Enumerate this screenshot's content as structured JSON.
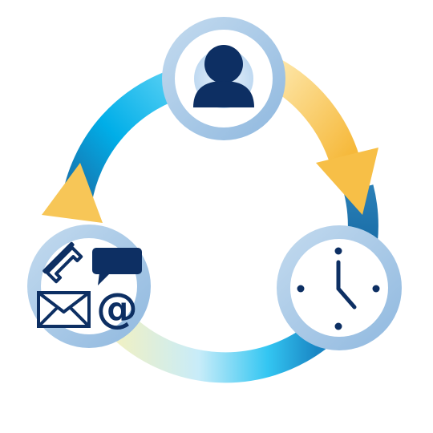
{
  "diagram": {
    "kind": "cycle",
    "nodes": [
      {
        "id": "user",
        "icon": "user-icon"
      },
      {
        "id": "time",
        "icon": "clock-icon"
      },
      {
        "id": "contact",
        "icons": [
          "phone-icon",
          "chat-bubble-icon",
          "envelope-icon",
          "at-sign-icon"
        ]
      }
    ],
    "flow": [
      "user",
      "time",
      "contact",
      "user"
    ],
    "text": {
      "at_symbol": "@"
    },
    "colors": {
      "ring_blue": "#00bff2",
      "ring_dark_blue": "#1a6ea8",
      "ring_light": "#c9ecfa",
      "arrow_gold": "#f8c55a",
      "arrow_light": "#fde6a8",
      "node_ring": "#a9c9e6",
      "node_fill": "#ffffff",
      "icon_navy": "#0d2f63",
      "avatar_bg": "#cfe4f7"
    }
  }
}
